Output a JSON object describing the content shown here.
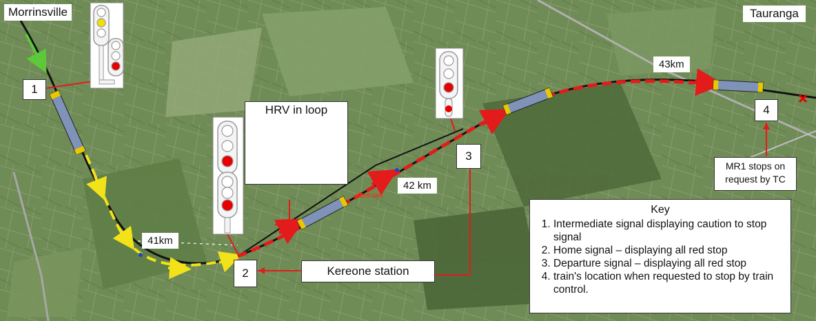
{
  "places": {
    "origin": "Morrinsville",
    "destination": "Tauranga"
  },
  "distance_markers": {
    "km41": "41km",
    "km42": "42 km",
    "km43": "43km"
  },
  "station_label_on_map": "KEREONE",
  "callouts": {
    "n1": "1",
    "n2": "2",
    "n3": "3",
    "n4": "4",
    "hrv": "HRV in loop",
    "station": "Kereone station",
    "mr1_line1": "MR1 stops on",
    "mr1_line2": "request by TC"
  },
  "key": {
    "title": "Key",
    "items": [
      "Intermediate signal displaying caution to stop signal",
      "Home signal – displaying all red stop",
      "Departure signal – displaying all red stop",
      "train's location when requested to stop by train control."
    ]
  },
  "colors": {
    "background_farmland": "#6e8a55",
    "track": "#111111",
    "route_red": "#e31b1b",
    "route_yellow": "#f2e21a",
    "route_green": "#5cc83a",
    "signal_red": "#e60000",
    "signal_yellow": "#f0e000",
    "train_yellow": "#e8c800",
    "train_blue": "#7f93b8"
  },
  "icons": {
    "signal": "rail-signal-icon",
    "train": "train-icon",
    "stop": "stop-cross-icon",
    "photo": "truck-photo"
  }
}
